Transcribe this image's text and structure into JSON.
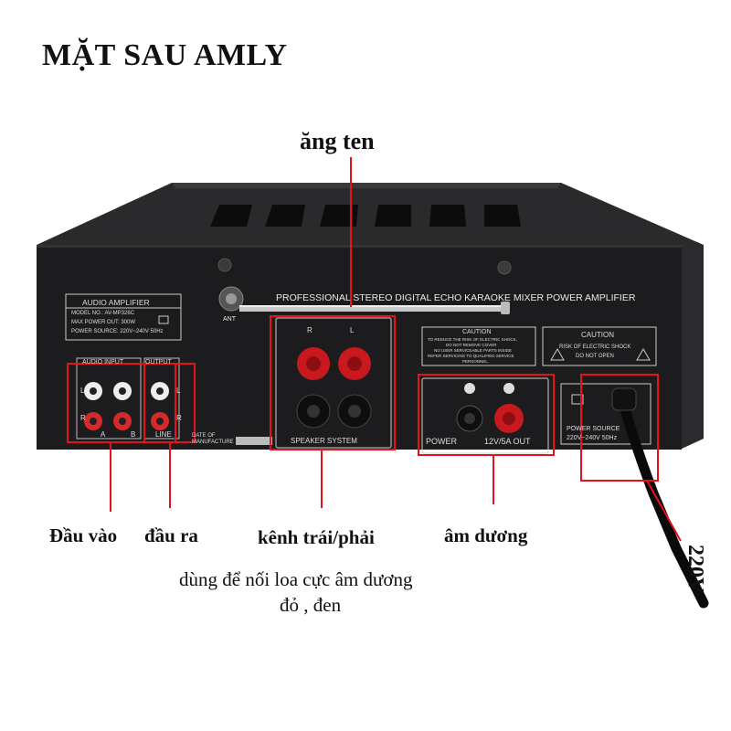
{
  "title": "MẶT SAU AMLY",
  "labels": {
    "antenna": "ăng ten",
    "input": "Đầu vào",
    "output": "đầu ra",
    "channel": "kênh trái/phải",
    "polarity": "âm dương",
    "power_voltage": "220V",
    "note_line1": "dùng để nối loa cực âm dương",
    "note_line2": "đỏ , đen"
  },
  "device": {
    "banner": "PROFESSIONAL STEREO DIGITAL ECHO KARAOKE MIXER POWER AMPLIFIER",
    "ant": "ANT",
    "plate_title": "AUDIO AMPLIFIER",
    "model": "MODEL NO.: AV-MP326C",
    "max_power": "MAX POWER OUT: 300W",
    "power_source": "POWER SOURCE: 220V~240V 50Hz",
    "audio_input": "AUDIO INPUT",
    "output_label": "OUTPUT",
    "line": "LINE",
    "ch_a": "A",
    "ch_b": "B",
    "left": "L",
    "right": "R",
    "date": "DATE OF MANUFACTURE",
    "speaker_system": "SPEAKER SYSTEM",
    "caution": "CAUTION",
    "caution_text1": "TO REDUCE THE RISK OF ELECTRIC SHOCK,",
    "caution_text2": "DO NOT REMOVE COVER",
    "caution_text3": "NO USER SERVICEABLE PARTS INSIDE",
    "caution_text4": "REFER SERVICING TO QUALIFIED SERVICE",
    "caution_text5": "PERSONNEL.",
    "caution2_text1": "RISK OF ELECTRIC SHOCK",
    "caution2_text2": "DO NOT OPEN",
    "power": "POWER",
    "dc_out": "12V/5A OUT",
    "power_source_short": "POWER SOURCE",
    "voltage_range": "220V~240V 50Hz"
  },
  "colors": {
    "annotation": "#e5121b",
    "chassis": "#1c1c1e",
    "red_terminal": "#c8191f"
  }
}
